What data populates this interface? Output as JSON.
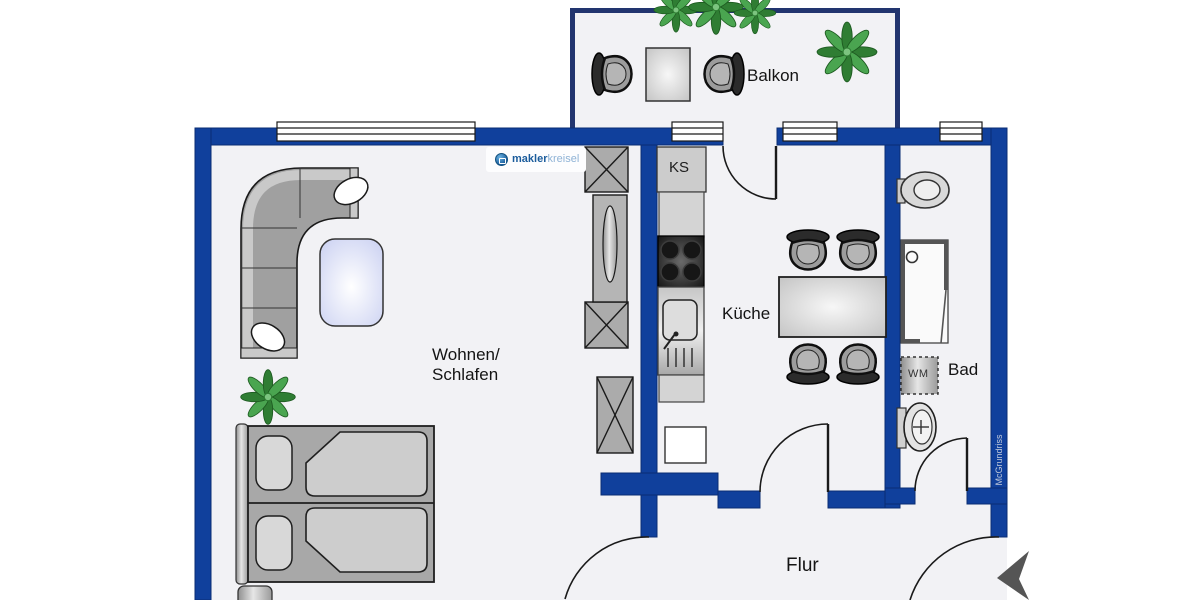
{
  "branding": {
    "logo_text_bold": "makler",
    "logo_text_light": "kreisel",
    "watermark_vertical": "McGrundriss"
  },
  "labels": {
    "balcony": "Balkon",
    "living_line1": "Wohnen/",
    "living_line2": "Schlafen",
    "kitchen": "Küche",
    "bathroom": "Bad",
    "hallway": "Flur",
    "fridge": "KS",
    "washing_machine": "WM"
  },
  "icons": {
    "logo_circle": "maklerkreisel-globe-icon",
    "direction_arrow": "black-direction-arrow-icon",
    "plant": "green-plant-icon"
  },
  "colors": {
    "wall_blue": "#10409c",
    "balcony_wall_navy": "#22356f",
    "floor_gray": "#f2f2f5",
    "logo_blue": "#1b5c9c",
    "logo_light_blue": "#8fb3d6",
    "plant_green": "#2f7d33",
    "arrow_gray": "#555555"
  }
}
